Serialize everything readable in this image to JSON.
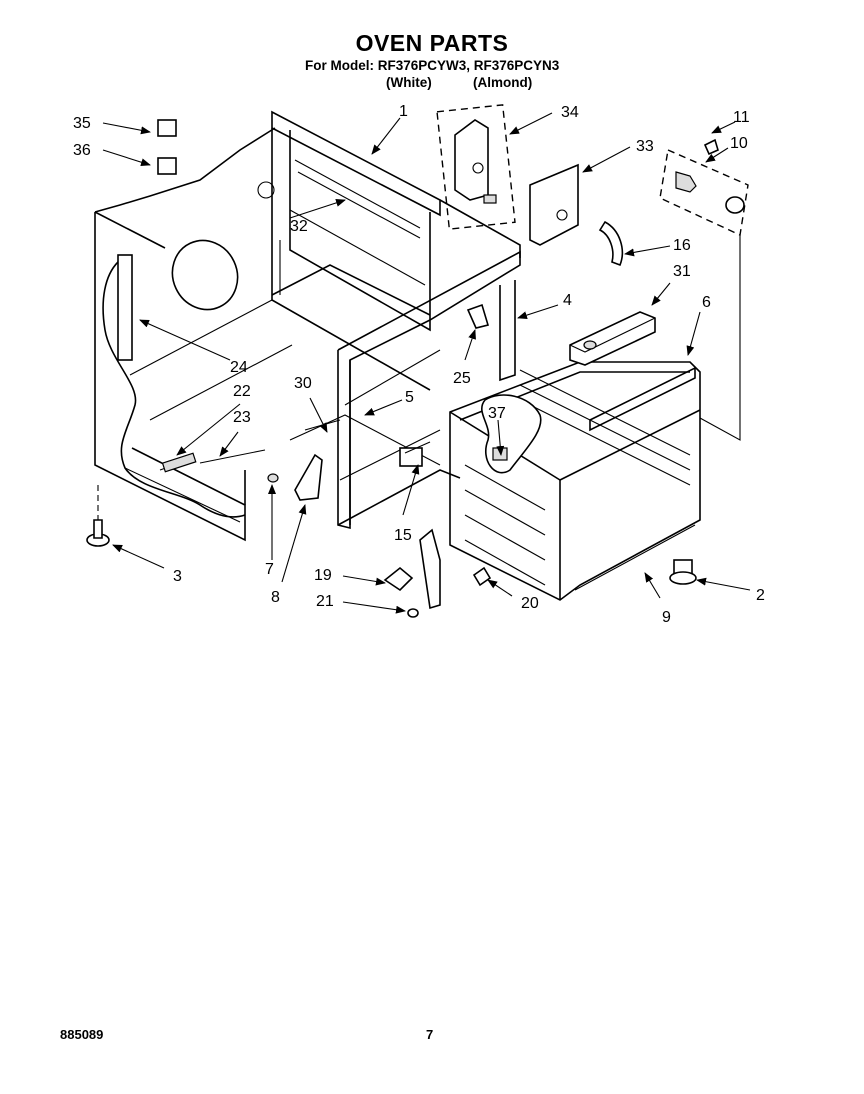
{
  "page": {
    "title": "OVEN PARTS",
    "model_line": "For Model: RF376PCYW3, RF376PCYN3",
    "color_white": "(White)",
    "color_almond": "(Almond)",
    "doc_number": "885089",
    "page_number": "7"
  },
  "callouts": [
    "1",
    "2",
    "3",
    "4",
    "5",
    "6",
    "7",
    "8",
    "9",
    "10",
    "11",
    "15",
    "16",
    "19",
    "20",
    "21",
    "22",
    "23",
    "24",
    "25",
    "30",
    "31",
    "32",
    "33",
    "34",
    "35",
    "36",
    "37"
  ]
}
